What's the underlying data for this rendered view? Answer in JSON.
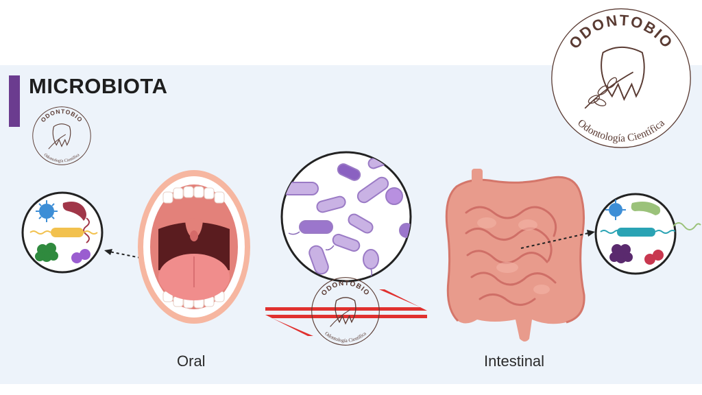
{
  "title": "MICROBIOTA",
  "labels": {
    "oral": "Oral",
    "intestinal": "Intestinal"
  },
  "watermark": {
    "brand": "ODONTOBIO",
    "tagline": "Odontología Científica"
  },
  "colors": {
    "accent_bar": "#6b3c8f",
    "arrows": "#e0312f",
    "panel_bg": "#edf3fa",
    "watermark": "#5a3b33"
  },
  "icons": {
    "mouth": "open-mouth-illustration",
    "intestine": "intestine-illustration",
    "oral_microbes": "oral-microbes-circle",
    "gut_microbes": "gut-microbes-circle",
    "bacteria": "bacteria-magnified-circle",
    "exchange": "bidirectional-arrows-icon",
    "watermark": "odontobio-tooth-logo"
  }
}
